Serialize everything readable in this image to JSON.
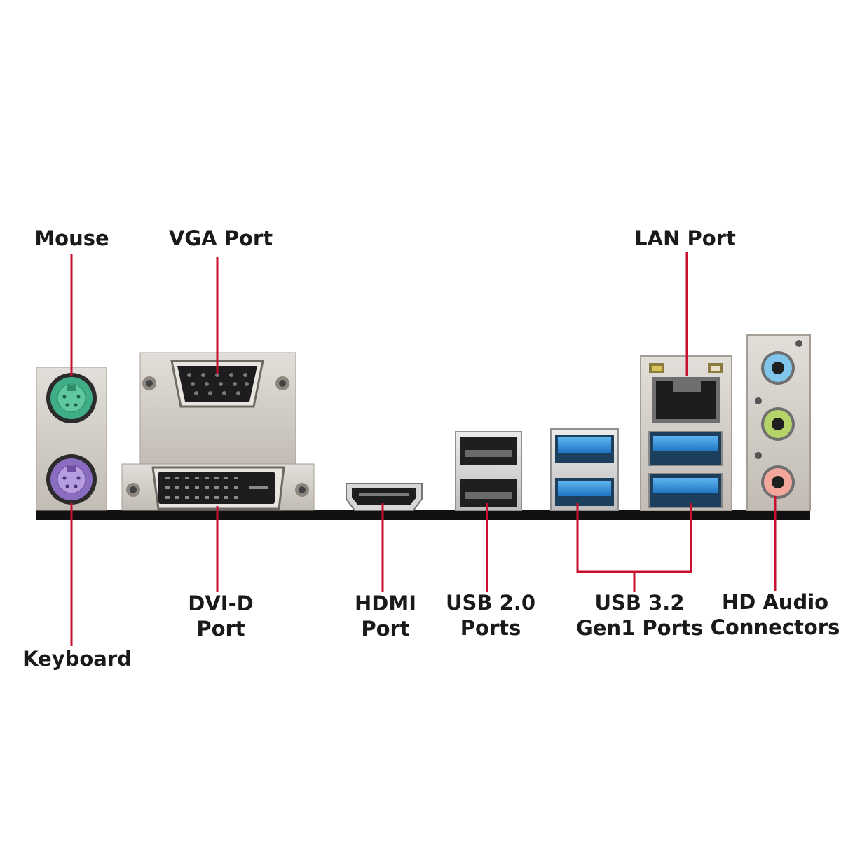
{
  "labels": {
    "mouse": "Mouse",
    "vga": "VGA Port",
    "lan": "LAN Port",
    "keyboard": "Keyboard",
    "dvi": {
      "line1": "DVI-D",
      "line2": "Port"
    },
    "hdmi": {
      "line1": "HDMI",
      "line2": "Port"
    },
    "usb2": {
      "line1": "USB 2.0",
      "line2": "Ports"
    },
    "usb3": {
      "line1": "USB 3.2",
      "line2": "Gen1 Ports"
    },
    "audio": {
      "line1": "HD Audio",
      "line2": "Connectors"
    }
  },
  "colors": {
    "leader": "#c8102e",
    "ps2_mouse": "#3fae86",
    "ps2_keyboard": "#8a6cc0",
    "usb3_blue": "#2f8fd8",
    "audio_blue": "#7fc6ea",
    "audio_green": "#b4d46a",
    "audio_pink": "#f2a79a",
    "shield_metal": "#cfcac4",
    "baseboard": "#111111"
  }
}
